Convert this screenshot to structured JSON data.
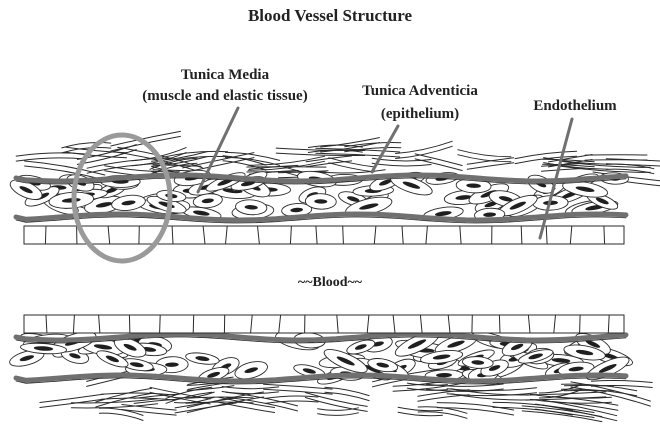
{
  "title": "Blood Vessel Structure",
  "labels": {
    "tunica_media": "Tunica Media",
    "tunica_media_note": "(muscle and elastic tissue)",
    "tunica_adventicia": "Tunica Adventicia",
    "tunica_adventicia_note": "(epithelium)",
    "endothelium": "Endothelium",
    "lumen": "~~Blood~~"
  },
  "colors": {
    "outline": "#2a2a2a",
    "elastic_band": "#707070",
    "highlight_ring": "#9a9a9a",
    "label_text": "#222222"
  }
}
